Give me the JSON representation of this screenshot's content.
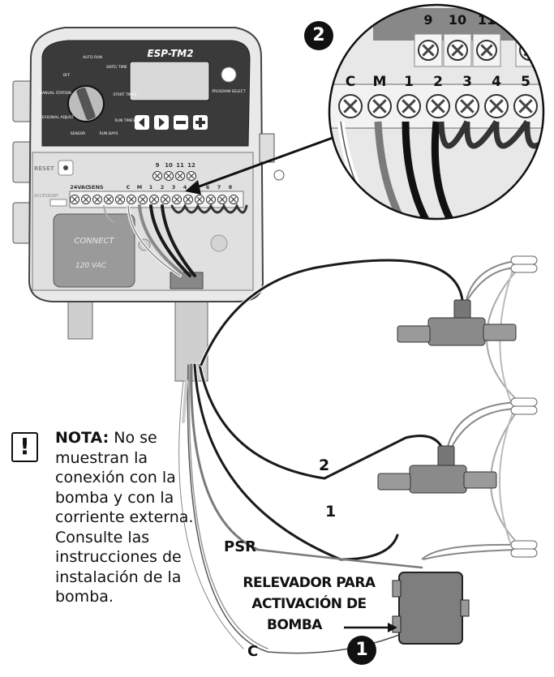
{
  "controller": {
    "model": "ESP-TM2",
    "dial_labels": {
      "auto_run": "AUTO RUN",
      "date_time": "DATE/ TIME",
      "off": "OFF",
      "manual_station": "MANUAL STATION",
      "start_times": "START TIMES",
      "run_times": "RUN TIMES",
      "seasonal_adjust": "SEASONAL ADJUST",
      "sensor": "SENSOR",
      "run_days": "RUN DAYS",
      "program_select": "PROGRAM SELECT"
    },
    "reset_label": "RESET",
    "accessory_label": "ACCESSORY",
    "terminal_labels": [
      "24VAC",
      "SENS",
      "C",
      "M",
      "1",
      "2",
      "3",
      "4",
      "5",
      "6",
      "7",
      "8"
    ],
    "extra_terminals": [
      "9",
      "10",
      "11",
      "12"
    ],
    "connect_label": "CONNECT",
    "voltage_label": "120 VAC"
  },
  "zoom": {
    "badge": "2",
    "top_terminals": [
      "9",
      "10",
      "11"
    ],
    "terminals": [
      "C",
      "M",
      "1",
      "2",
      "3",
      "4",
      "5"
    ]
  },
  "wire_labels": {
    "zone2": "2",
    "zone1": "1",
    "psr": "PSR",
    "common": "C"
  },
  "note": {
    "title": "NOTA:",
    "text": "No se muestran la conexión con la bomba y con la corriente externa. Consulte las instrucciones de instalación de la bomba."
  },
  "relay": {
    "line1": "RELEVADOR PARA",
    "line2": "ACTIVACIÓN DE",
    "line3": "BOMBA",
    "badge": "1"
  },
  "colors": {
    "housing": "#e6e6e6",
    "panel": "#3a3a3a",
    "wire_dark": "#1a1a1a",
    "wire_gray": "#7a7a7a"
  }
}
